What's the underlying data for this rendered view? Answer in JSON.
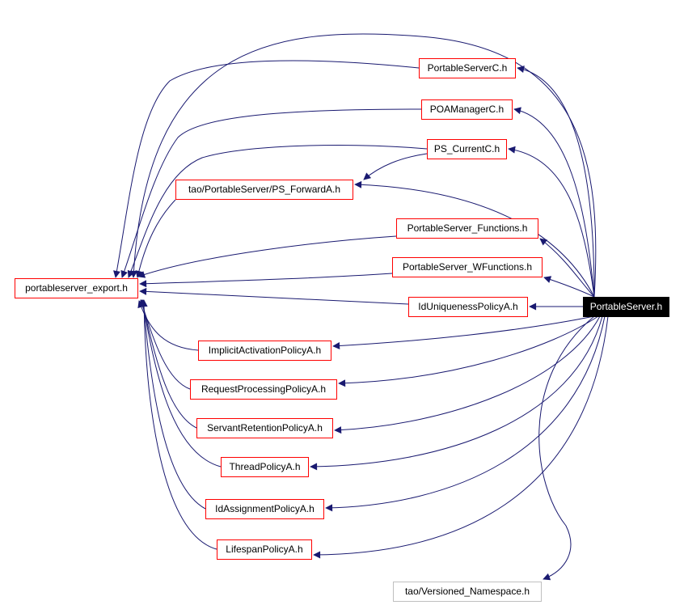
{
  "graph": {
    "edge_color": "#191970",
    "node_border_color": "#ff0000",
    "plain_border_color": "#bfbfbf",
    "root_fill_color": "#000000",
    "nodes": {
      "portableserver_h": "PortableServer.h",
      "portableserver_export_h": "portableserver_export.h",
      "portableserverc_h": "PortableServerC.h",
      "poamanagerc_h": "POAManagerC.h",
      "ps_currentc_h": "PS_CurrentC.h",
      "ps_forwarda_h": "tao/PortableServer/PS_ForwardA.h",
      "portableserver_functions_h": "PortableServer_Functions.h",
      "portableserver_wfunctions_h": "PortableServer_WFunctions.h",
      "iduniquenesspolicya_h": "IdUniquenessPolicyA.h",
      "implicitactivationpolicya_h": "ImplicitActivationPolicyA.h",
      "requestprocessingpolicya_h": "RequestProcessingPolicyA.h",
      "servantretentionpolicya_h": "ServantRetentionPolicyA.h",
      "threadpolicya_h": "ThreadPolicyA.h",
      "idassignmentpolicya_h": "IdAssignmentPolicyA.h",
      "lifespanpolicya_h": "LifespanPolicyA.h",
      "versioned_namespace_h": "tao/Versioned_Namespace.h"
    }
  }
}
